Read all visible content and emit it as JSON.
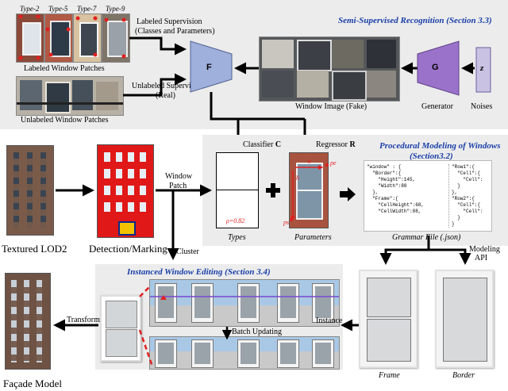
{
  "top": {
    "type_labels": [
      "Type-2",
      "Type-5",
      "Type-7",
      "Type-9"
    ],
    "labeled_supervision": "Labeled Supervision",
    "labeled_supervision_sub": "(Classes and Parameters)",
    "labeled_patches": "Labeled Window Patches",
    "unlabeled_supervision": "Unlabeled Supervision",
    "unlabeled_supervision_sub": "(Real)",
    "unlabeled_patches": "Unlabeled Window Patches",
    "semi_title": "Semi-Supervised Recognition (Section 3.3)",
    "F": "F",
    "G": "G",
    "z": "z",
    "fake_caption": "Window Image (Fake)",
    "generator": "Generator",
    "noises": "Noises"
  },
  "middle": {
    "textured": "Textured LOD2",
    "detection": "Detection/Marking",
    "window_patch_1": "Window",
    "window_patch_2": "Patch",
    "cluster": "Cluster",
    "classifier": "Classifier",
    "classifier_sym": "C",
    "regressor": "Regressor",
    "regressor_sym": "R",
    "rho": "ρ=0.82",
    "types": "Types",
    "parameters": "Parameters",
    "p_s": "ps",
    "p_e": "pe",
    "w": "w",
    "h": "h",
    "proc_title": "Procedural Modeling of Windows",
    "proc_section": "(Section3.2)",
    "grammar_file": "Grammar File (.json)",
    "json_left": "\"window\" : {\n  \"Border\":{\n    \"Height\":145,\n    \"Width\":88\n  },\n  \"Frame\":{\n    \"CellHeight\":68,\n    \"CellWidth\":88,",
    "json_right": "\"Row1\":{\n  \"Cell\":{\n    \"Cell\":\n  }\n},\n\"Row2\":{\n  \"Cell\":{\n    \"Cell\":\n  }\n}",
    "modeling_api_1": "Modeling",
    "modeling_api_2": "API"
  },
  "bottom": {
    "facade": "Façade Model",
    "transform": "Transform",
    "instanced_title": "Instanced Window Editing (Section 3.4)",
    "batch": "Batch Updating",
    "instance": "Instance",
    "frame": "Frame",
    "border": "Border"
  },
  "colors": {
    "accent_blue": "#1a3fa8",
    "network_blue": "#9fb0dc",
    "network_purple": "#9b72c9",
    "panel_gray": "#ececec",
    "red": "#e02020"
  }
}
